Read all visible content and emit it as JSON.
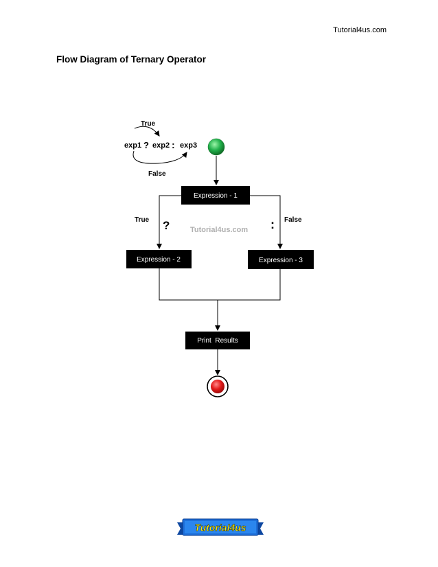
{
  "header": {
    "site": "Tutorial4us.com"
  },
  "title": "Flow Diagram of Ternary Operator",
  "syntax": {
    "exp1": "exp1",
    "question": "?",
    "exp2": "exp2",
    "colon": ":",
    "exp3": "exp3",
    "true_label": "True",
    "false_label": "False"
  },
  "nodes": {
    "expression1": "Expression - 1",
    "expression2": "Expression - 2",
    "expression3": "Expression - 3",
    "print": "Print  Results"
  },
  "branches": {
    "true_label": "True",
    "question": "?",
    "colon": ":",
    "false_label": "False"
  },
  "watermark": "Tutorial4us.com",
  "logo": {
    "text": "Tutorial4us"
  },
  "colors": {
    "start": "#22b14c",
    "end": "#e31b1b",
    "box": "#000000",
    "logo_bg": "#1565c0"
  }
}
